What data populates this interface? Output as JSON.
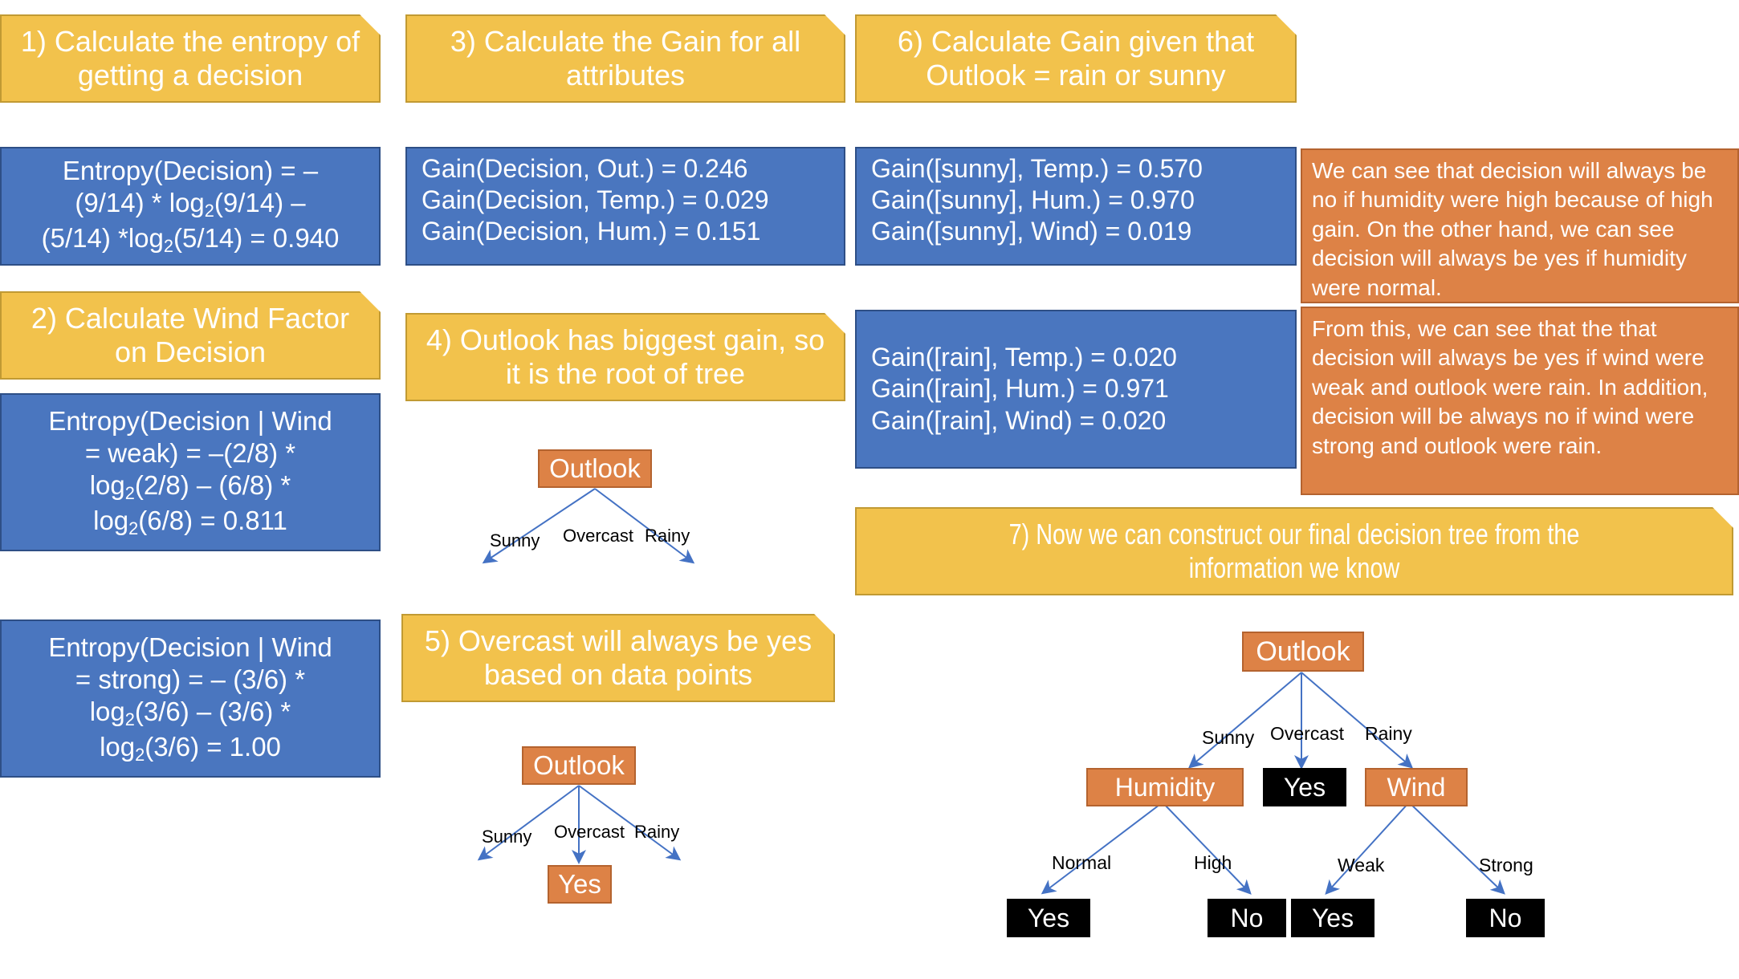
{
  "colors": {
    "banner_fill": "#F2C24C",
    "banner_border": "#C19A33",
    "formula_fill": "#4A76BF",
    "formula_border": "#2E4F86",
    "note_fill": "#DD8246",
    "note_border": "#B4632F",
    "node_fill": "#DD8246",
    "leaf_fill": "#000000",
    "arrow": "#4472C4",
    "background": "#FFFFFF"
  },
  "steps": {
    "step1": {
      "label": "1)  Calculate the entropy of getting a decision"
    },
    "step2": {
      "label": "2)  Calculate Wind Factor on Decision"
    },
    "step3": {
      "label": "3)  Calculate the Gain for all attributes"
    },
    "step4": {
      "label": "4)  Outlook has biggest gain, so it is the root of tree"
    },
    "step5": {
      "label": "5)  Overcast will always be yes based on data points"
    },
    "step6": {
      "label": "6) Calculate Gain given that Outlook = rain or sunny"
    },
    "step7": {
      "label": "7) Now we can construct our final decision tree from the information we know"
    }
  },
  "formulas": {
    "entropy_decision": {
      "lines": [
        "Entropy(Decision) = –",
        "(9/14) *  log",
        "(5/14) *log"
      ],
      "l1": "Entropy(Decision) = –",
      "l2_a": "(9/14) *  log",
      "l2_sub": "2",
      "l2_b": "(9/14) –",
      "l3_a": "(5/14) *log",
      "l3_sub": "2",
      "l3_b": "(5/14) = 0.940"
    },
    "entropy_wind_weak": {
      "l1": "Entropy(Decision | Wind",
      "l2": "= weak) = –(2/8) *",
      "l3_a": "log",
      "l3_sub": "2",
      "l3_b": "(2/8) – (6/8) *",
      "l4_a": "log",
      "l4_sub": "2",
      "l4_b": "(6/8) = 0.811"
    },
    "entropy_wind_strong": {
      "l1": "Entropy(Decision | Wind",
      "l2": "= strong) = – (3/6) *",
      "l3_a": "log",
      "l3_sub": "2",
      "l3_b": "(3/6) – (3/6) *",
      "l4_a": "log",
      "l4_sub": "2",
      "l4_b": "(3/6) = 1.00"
    },
    "gain_all": {
      "lines": [
        "Gain(Decision, Out.) = 0.246",
        "Gain(Decision, Temp.) = 0.029",
        "Gain(Decision, Hum.) = 0.151"
      ]
    },
    "gain_sunny": {
      "lines": [
        "Gain([sunny], Temp.) = 0.570",
        "Gain([sunny], Hum.) = 0.970",
        "Gain([sunny], Wind) = 0.019"
      ]
    },
    "gain_rain": {
      "lines": [
        "Gain([rain], Temp.) = 0.020",
        "Gain([rain], Hum.) = 0.971",
        "Gain([rain], Wind) = 0.020"
      ]
    }
  },
  "notes": {
    "note1": "We can see that decision will always be no if humidity were high because of high gain. On the other hand, we can see decision will always be yes if humidity were normal.",
    "note2": "From this, we can see that the that decision will always be yes if wind were weak and outlook were rain. In addition, decision will be always no if wind were strong and outlook were rain."
  },
  "chart_data": {
    "type": "tree",
    "trees": [
      {
        "id": "tree-step4",
        "title": "Outlook root (step 4)",
        "root": "Outlook",
        "branches": [
          {
            "label": "Sunny",
            "child": null
          },
          {
            "label": "Overcast",
            "child": null
          },
          {
            "label": "Rainy",
            "child": null
          }
        ]
      },
      {
        "id": "tree-step5",
        "title": "Overcast leads to Yes (step 5)",
        "root": "Outlook",
        "branches": [
          {
            "label": "Sunny",
            "child": null
          },
          {
            "label": "Overcast",
            "child": "Yes"
          },
          {
            "label": "Rainy",
            "child": null
          }
        ]
      },
      {
        "id": "tree-final",
        "title": "Final decision tree (step 7)",
        "root": "Outlook",
        "branches": [
          {
            "label": "Sunny",
            "child": "Humidity",
            "branches": [
              {
                "label": "Normal",
                "child": "Yes"
              },
              {
                "label": "High",
                "child": "No"
              }
            ]
          },
          {
            "label": "Overcast",
            "child": "Yes"
          },
          {
            "label": "Rainy",
            "child": "Wind",
            "branches": [
              {
                "label": "Weak",
                "child": "Yes"
              },
              {
                "label": "Strong",
                "child": "No"
              }
            ]
          }
        ]
      }
    ]
  },
  "tree4": {
    "root": "Outlook",
    "edge_sunny": "Sunny",
    "edge_overcast": "Overcast",
    "edge_rainy": "Rainy"
  },
  "tree5": {
    "root": "Outlook",
    "edge_sunny": "Sunny",
    "edge_overcast": "Overcast",
    "edge_rainy": "Rainy",
    "leaf_overcast": "Yes"
  },
  "tree7": {
    "root": "Outlook",
    "edge_sunny": "Sunny",
    "edge_overcast": "Overcast",
    "edge_rainy": "Rainy",
    "node_humidity": "Humidity",
    "node_yes_overcast": "Yes",
    "node_wind": "Wind",
    "edge_normal": "Normal",
    "edge_high": "High",
    "edge_weak": "Weak",
    "edge_strong": "Strong",
    "leaf_yes_normal": "Yes",
    "leaf_no_high": "No",
    "leaf_yes_weak": "Yes",
    "leaf_no_strong": "No"
  }
}
